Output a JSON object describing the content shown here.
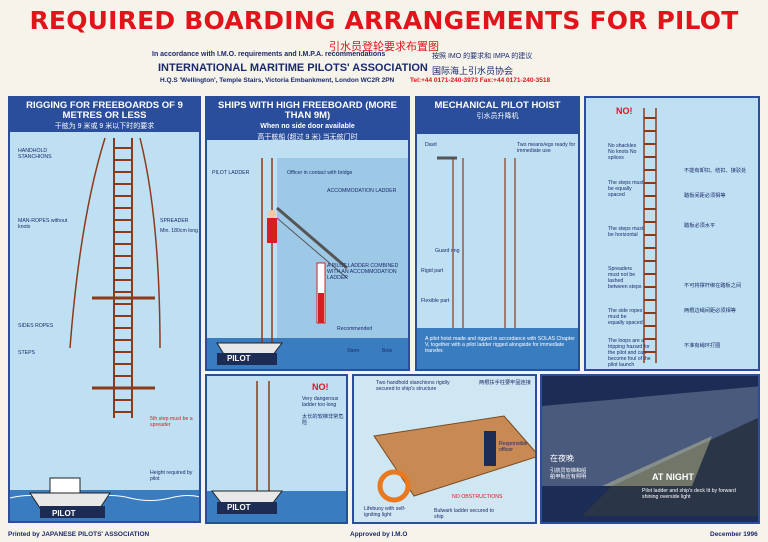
{
  "header": {
    "title": "REQUIRED BOARDING ARRANGEMENTS FOR PILOT",
    "title_cn": "引水员登轮要求布置图",
    "subtitle": "In accordance with I.M.O. requirements and I.M.P.A. recommendations",
    "subtitle_cn": "按照 IMO 的要求和 IMPA 的建议",
    "association": "INTERNATIONAL MARITIME PILOTS' ASSOCIATION",
    "association_cn": "国际海上引水员协会",
    "address": "H.Q.S 'Wellington', Temple Stairs, Victoria Embankment, London WC2R 2PN",
    "tel": "Tel:+44 0171-240-3973 Fax:+44 0171-240-3518"
  },
  "panel1": {
    "heading": "RIGGING FOR FREEBOARDS OF 9 METRES OR LESS",
    "heading_cn": "干舷为 9 米或 9 米以下时的要求",
    "handhold": "HANDHOLD STANCHIONS",
    "man_ropes": "MAN-ROPES without knots",
    "spreader": "SPREADER",
    "spreader_note": "Min. 180cm long",
    "side_ropes": "SIDES ROPES",
    "steps": "STEPS",
    "fifth_step": "5th step must be a spreader",
    "height": "Height required by pilot",
    "pilot": "PILOT"
  },
  "panel2": {
    "heading": "SHIPS WITH HIGH FREEBOARD (MORE THAN 9M)",
    "heading2": "When no side door available",
    "heading_cn": "高干舷船 (超过 9 米) 当无舷门时",
    "officer": "Officer in contact with bridge",
    "pilot_ladder": "PILOT LADDER",
    "accommodation": "ACCOMMODATION LADDER",
    "combined": "A PILOT LADDER COMBINED WITH AN ACCOMMODATION LADDER",
    "recommended": "Recommended",
    "stern": "Stern",
    "bow": "Bow",
    "pilot": "PILOT"
  },
  "panel3": {
    "heading": "MECHANICAL PILOT HOIST",
    "heading_cn": "引水员升降机",
    "davit": "Davit",
    "two_means": "Two means/egs ready for immediate use",
    "guard": "Guard ring",
    "flexible": "Flexible part",
    "rigid": "Rigid part",
    "note": "A pilot hoist made and rigged in accordance with SOLAS Chapter V, together with a pilot ladder rigged alongside for immediate transfer."
  },
  "panel4": {
    "no": "NO!",
    "items": [
      {
        "text": "No shackles No knots No splices",
        "cn": "不能有卸扣、结扣、接驳处"
      },
      {
        "text": "The steps must be equally spaced",
        "cn": "踏板间距必须相等"
      },
      {
        "text": "The steps must be horizontal",
        "cn": "踏板必须水平"
      },
      {
        "text": "Spreaders must not be lashed between steps",
        "cn": "不可将撑杆绑在踏板之间"
      },
      {
        "text": "The side ropes must be equally spaced",
        "cn": "两根边绳间距必须相等"
      },
      {
        "text": "The loops are a tripping hazard for the pilot and can become foul of the pilot launch",
        "cn": "不准有绳环打圈"
      }
    ]
  },
  "panel5": {
    "no": "NO!",
    "text": "Very dangerous ladder too long",
    "cn": "太长的软梯非常危险",
    "pilot": "PILOT"
  },
  "panel6": {
    "stanchions": "Two handhold stanchions rigidly secured to ship's structure",
    "lifebuoy": "Lifebuoy with self-igniting light",
    "no_obstructions": "NO OBSTRUCTIONS",
    "bulwark": "Bulwark ladder secured to ship",
    "officer": "Responsible officer",
    "cn": "两根扶手柱要牢固连接"
  },
  "panel7": {
    "at_night": "AT NIGHT",
    "night_text": "Pilot ladder and ship's deck lit by forward shining overside light",
    "cn_night": "在夜晚",
    "cn_text": "引航员软梯和船舶甲板应有照明"
  },
  "footer": {
    "printed": "Printed by JAPANESE PILOTS' ASSOCIATION",
    "approved": "Approved by I.M.O",
    "date": "December 1996"
  },
  "colors": {
    "title_red": "#e2141b",
    "navy": "#2a4e9c",
    "panel_bg": "#bfe0f3",
    "ladder_brown": "#8b3a1a"
  }
}
